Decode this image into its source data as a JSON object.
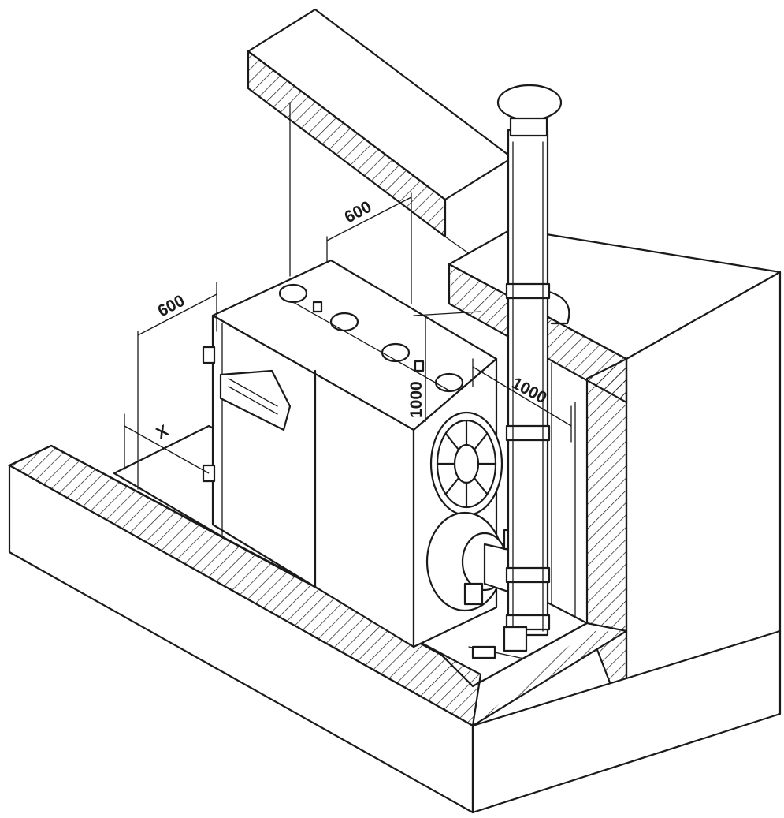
{
  "diagram": {
    "dimensions": {
      "clearance_side": "600",
      "clearance_rear": "600",
      "clearance_top": "1000",
      "clearance_front": "1000",
      "clearance_x": "X"
    },
    "colors": {
      "line": "#1a1a1a",
      "background": "#ffffff"
    }
  }
}
